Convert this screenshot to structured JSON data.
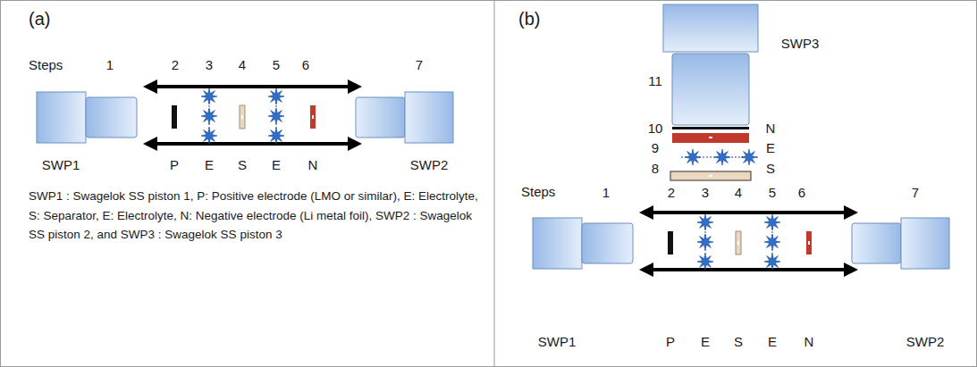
{
  "diagram": {
    "labels": [
      "(a)",
      "Steps",
      "1",
      "2",
      "3",
      "4",
      "5",
      "6",
      "7",
      "SWP1",
      "P",
      "E",
      "S",
      "E",
      "N",
      "SWP2",
      "SWP1 : Swagelok SS piston 1, P: Positive electrode (LMO or similar), E: Electrolyte, S: Separator, E: Electrolyte, N: Negative electrode (Li metal foil), SWP2 : Swagelok SS piston 2, and SWP3 : Swagelok SS piston 3",
      "(b)",
      "SWP3",
      "11",
      "10",
      "N",
      "9",
      "E",
      "8",
      "S",
      "Steps",
      "1",
      "2",
      "3",
      "4",
      "5",
      "6",
      "7",
      "SWP1",
      "P",
      "E",
      "S",
      "E",
      "N",
      "SWP2"
    ]
  }
}
